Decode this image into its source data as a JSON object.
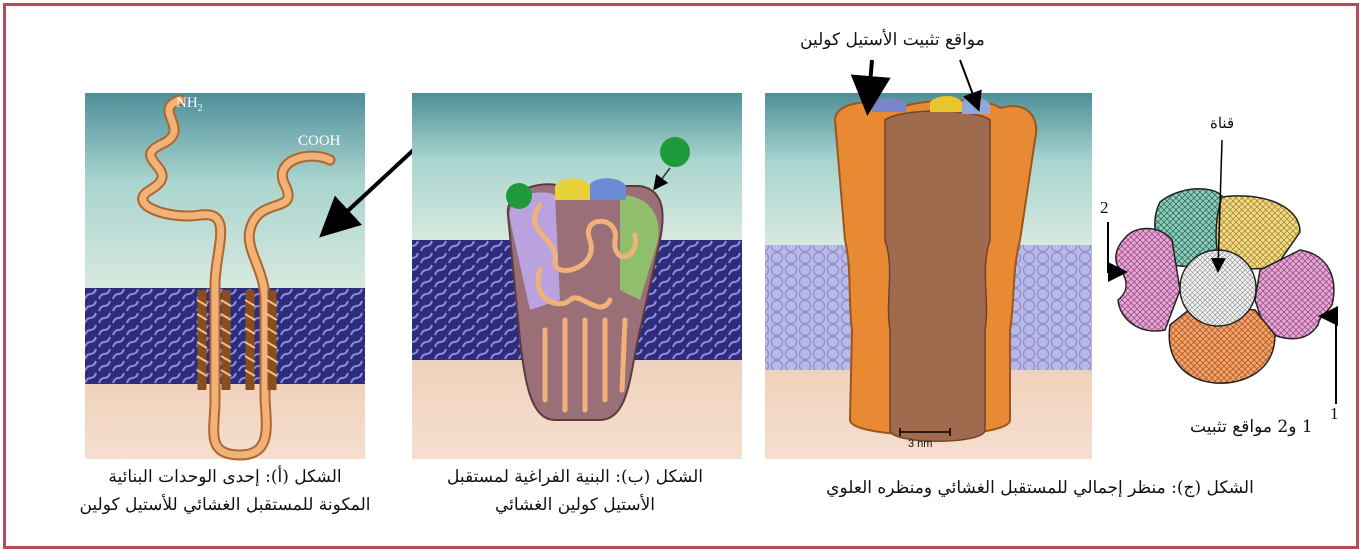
{
  "top_label": "مواقع تثبيت الأستيل كولين",
  "figure_a": {
    "nh2_label": "NH",
    "nh2_sub": "2",
    "cooh_label": "COOH",
    "caption_line1": "الشكل (أ): إحدى الوحدات البنائية",
    "caption_line2": "المكونة للمستقبل الغشائي للأستيل كولين"
  },
  "figure_b": {
    "caption_line1": "الشكل (ب): البنية الفراغية لمستقبل",
    "caption_line2": "الأستيل كولين الغشائي"
  },
  "figure_c": {
    "scale_label": "3 nm",
    "caption": "الشكل (ج): منظر إجمالي للمستقبل الغشائي ومنظره العلوي"
  },
  "top_view": {
    "channel_label": "قناة",
    "site1_label": "1",
    "site2_label": "2",
    "sites_caption": "1 و2 مواقع تثبيت"
  },
  "colors": {
    "frame": "#b64a55",
    "membrane": "#3c3a8c",
    "water": "#5e9ea5",
    "protein": "#e08a35",
    "chain": "#e6a060"
  }
}
